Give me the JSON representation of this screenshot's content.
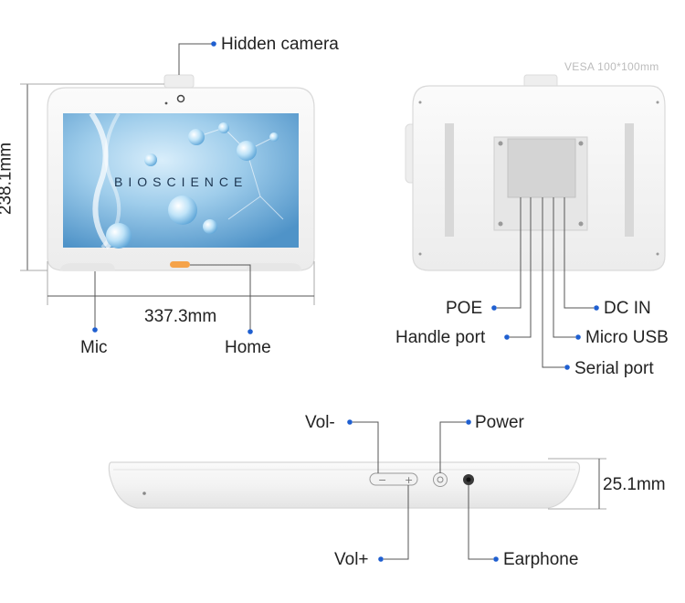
{
  "colors": {
    "accent_dot": "#1f5fd0",
    "home_button": "#f5a34a",
    "device_body": "#f4f4f4",
    "device_edge": "#dedede",
    "leader_line": "#555555"
  },
  "front_view": {
    "screen_text": "BIOSCIENCE",
    "callouts": {
      "camera": "Hidden camera",
      "mic": "Mic",
      "home": "Home"
    },
    "dimensions": {
      "height": "238.1mm",
      "width": "337.3mm"
    }
  },
  "back_view": {
    "vesa_label": "VESA 100*100mm",
    "callouts": {
      "poe": "POE",
      "handle_port": "Handle port",
      "dc_in": "DC IN",
      "micro_usb": "Micro USB",
      "serial_port": "Serial port"
    }
  },
  "side_view": {
    "callouts": {
      "vol_minus": "Vol-",
      "power": "Power",
      "vol_plus": "Vol+",
      "earphone": "Earphone"
    },
    "dimensions": {
      "thickness": "25.1mm"
    }
  }
}
